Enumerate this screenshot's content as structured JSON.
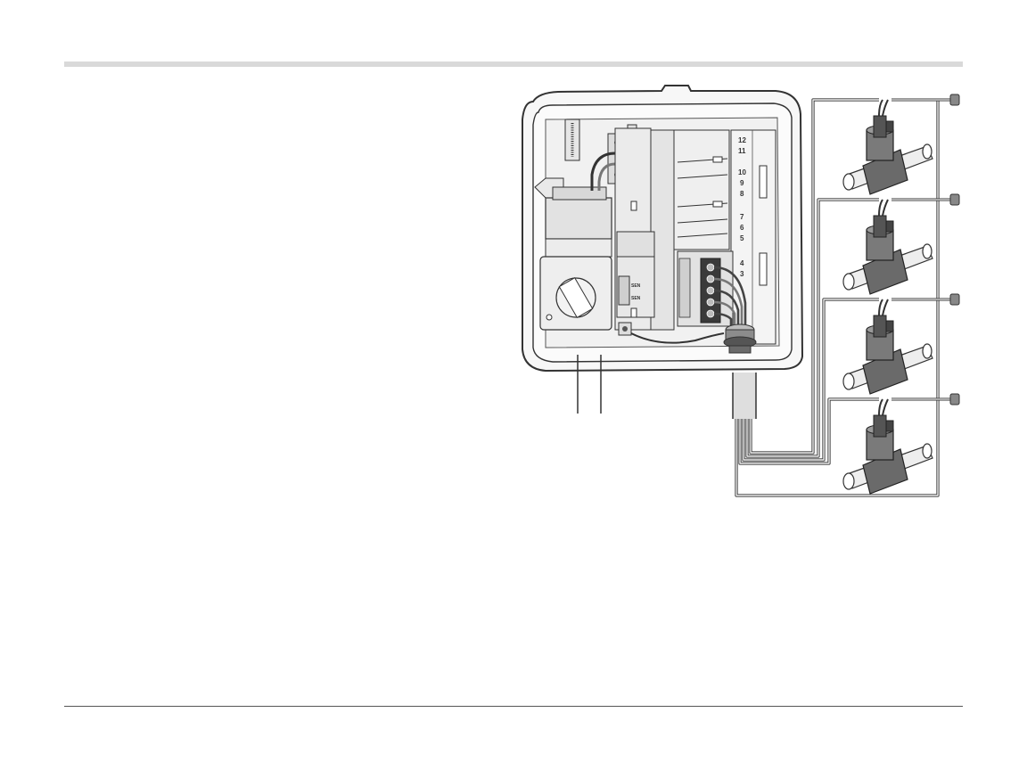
{
  "header": {
    "rule": "top-divider"
  },
  "footer": {
    "rule": "bottom-divider"
  },
  "controller": {
    "zone_numbers": [
      "12",
      "11",
      "10",
      "9",
      "8",
      "7",
      "6",
      "5",
      "4",
      "3"
    ],
    "sensor_labels": [
      "SEN",
      "SEN"
    ],
    "terminal_count": 5
  },
  "valves": {
    "count": 4
  },
  "colors": {
    "line": "#333333",
    "housing": "#f4f4f4",
    "panel": "#e8e8e8",
    "terminal_block": "#3a3a3a",
    "valve_body": "#6a6a6a",
    "rule_top": "#d9d9d9"
  }
}
